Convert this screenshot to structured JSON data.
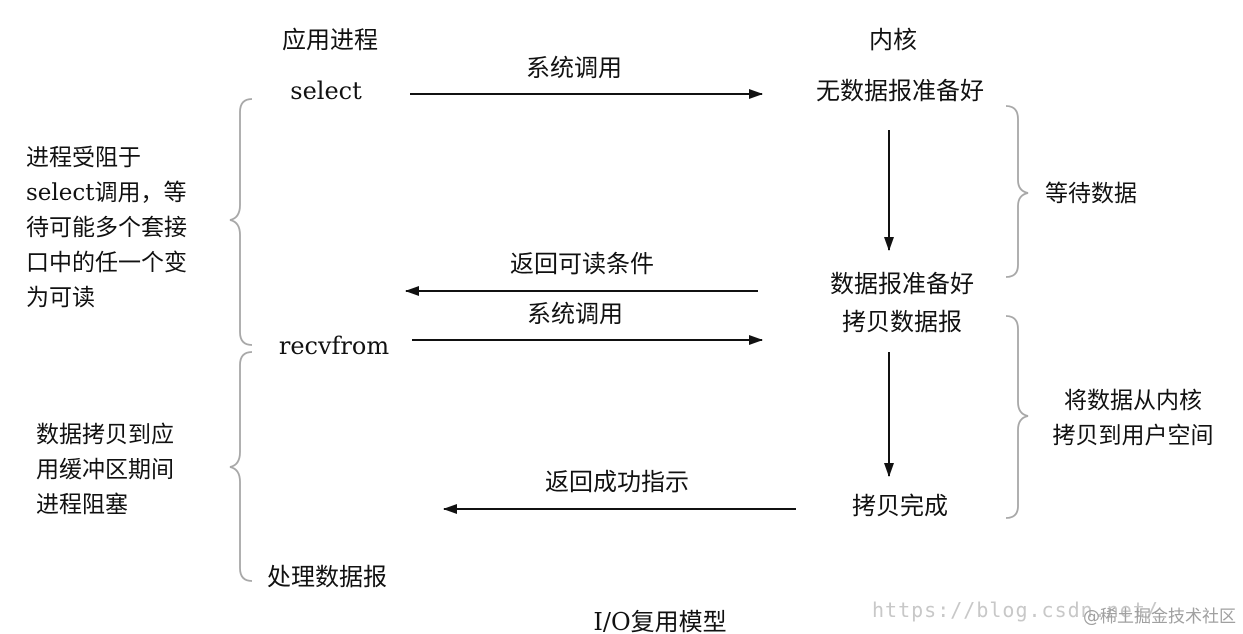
{
  "headers": {
    "app_process": "应用进程",
    "kernel": "内核"
  },
  "app": {
    "select": "select",
    "recvfrom": "recvfrom",
    "process_datagram": "处理数据报"
  },
  "arrows": {
    "syscall_1": "系统调用",
    "return_readable": "返回可读条件",
    "syscall_2": "系统调用",
    "return_success": "返回成功指示"
  },
  "kernel": {
    "no_data_ready": "无数据报准备好",
    "data_ready": "数据报准备好",
    "copy_datagram": "拷贝数据报",
    "copy_done": "拷贝完成"
  },
  "side_left": {
    "blocked_select": [
      "进程受阻于",
      "select调用，等",
      "待可能多个套接",
      "口中的任一个变",
      "为可读"
    ],
    "blocked_copy": [
      "数据拷贝到应",
      "用缓冲区期间",
      "进程阻塞"
    ]
  },
  "side_right": {
    "wait_data": "等待数据",
    "copy_to_user": [
      "将数据从内核",
      "拷贝到用户空间"
    ]
  },
  "caption": "I/O复用模型",
  "watermark": {
    "url": "https://blog.csdn.net/",
    "brand": "@稀土掘金技术社区"
  }
}
